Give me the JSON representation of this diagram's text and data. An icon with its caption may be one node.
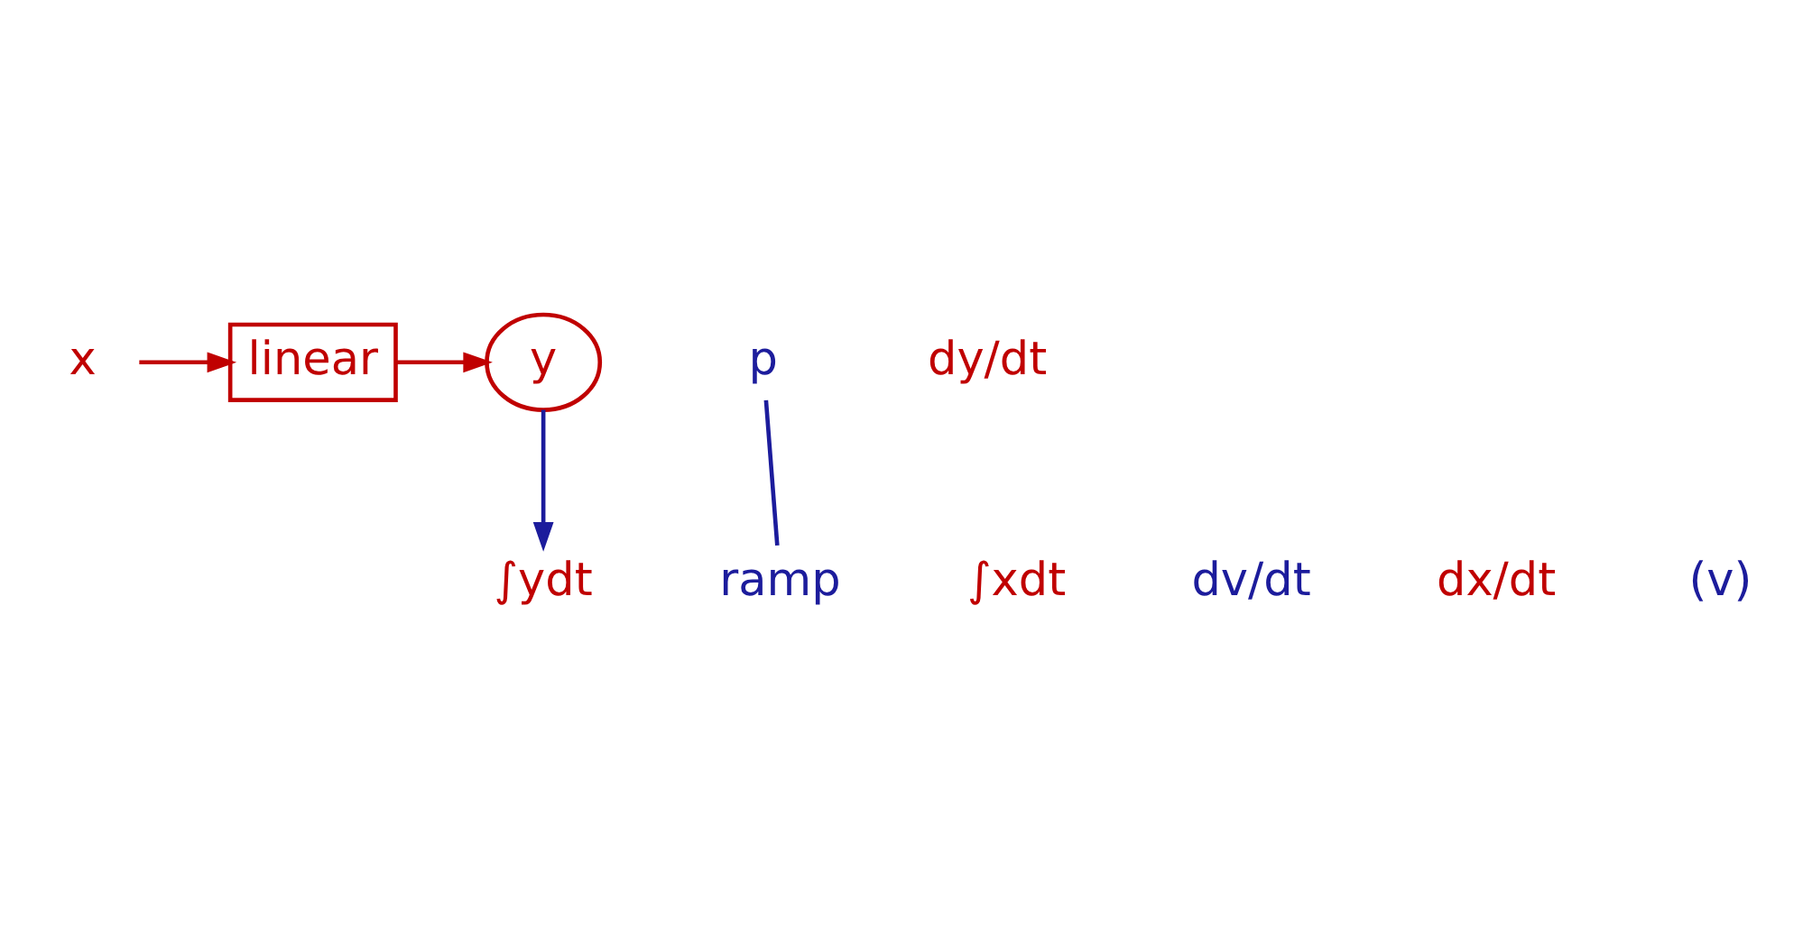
{
  "diagram": {
    "nodes": [
      {
        "text": [
          "x"
        ]
      },
      {
        "text": [
          "linear"
        ]
      },
      {
        "text": [
          "y"
        ]
      },
      {
        "text": [
          "∫ydt"
        ]
      },
      {
        "text": [
          "ramp"
        ]
      },
      {
        "text": [
          "p"
        ]
      },
      {
        "text": [
          "∫xdt"
        ]
      }
    ],
    "edges": [
      {
        "from": 0,
        "to": 1,
        "arrow": "to",
        "color": "#c00000"
      },
      {
        "from": 1,
        "to": 2,
        "arrow": "to",
        "color": "#c00000"
      },
      {
        "from": 2,
        "to": 3,
        "arrow": "to",
        "color": "#1c1c9c"
      },
      {
        "from": 4,
        "to": 5,
        "arrow": "none",
        "color": "#1c1c9c"
      }
    ],
    "labels": [
      "dv/dt",
      "dx/dt",
      "dy/dt",
      "(v)"
    ]
  }
}
